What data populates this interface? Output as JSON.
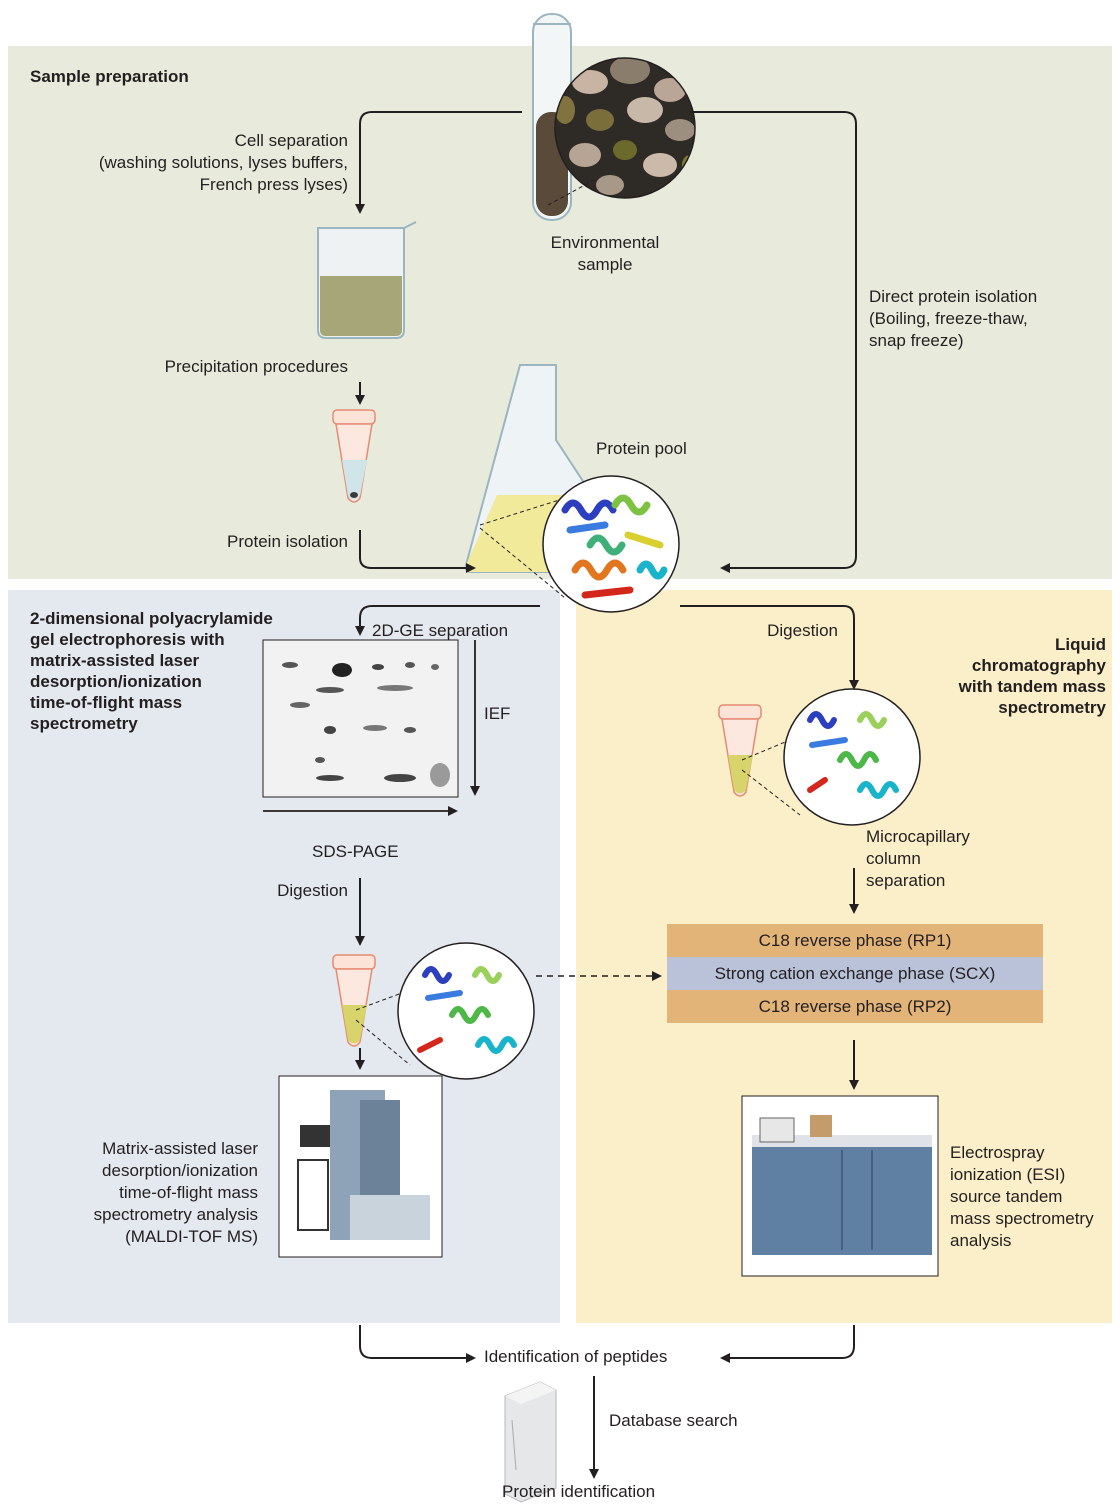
{
  "sections": {
    "sample_prep": {
      "title": "Sample preparation"
    },
    "two_d": {
      "title": "2-dimensional polyacrylamide\ngel electrophoresis with\nmatrix-assisted laser\ndesorption/ionization\ntime-of-flight mass\nspectrometry"
    },
    "lc": {
      "title": "Liquid\nchromatography\nwith tandem mass\nspectrometry"
    }
  },
  "labels": {
    "cell_separation": "Cell separation\n(washing solutions, lyses buffers,\nFrench press lyses)",
    "environmental_sample": "Environmental\nsample",
    "direct_isolation": "Direct protein isolation\n(Boiling, freeze-thaw,\nsnap freeze)",
    "precipitation": "Precipitation procedures",
    "protein_pool": "Protein pool",
    "protein_isolation": "Protein isolation",
    "ge_separation": "2D-GE separation",
    "digestion_right": "Digestion",
    "ief": "IEF",
    "sds_page": "SDS-PAGE",
    "digestion_left": "Digestion",
    "microcapillary": "Microcapillary\ncolumn\nseparation",
    "maldi": "Matrix-assisted laser\ndesorption/ionization\ntime-of-flight mass\nspectrometry analysis\n(MALDI-TOF MS)",
    "esi": "Electrospray\nionization (ESI)\nsource tandem\nmass spectrometry\nanalysis",
    "identification_peptides": "Identification of peptides",
    "database_search": "Database search",
    "protein_identification": "Protein identification"
  },
  "column_phases": [
    {
      "label": "C18 reverse phase (RP1)",
      "color": "#e2b478"
    },
    {
      "label": "Strong cation exchange phase (SCX)",
      "color": "#b9c2d9"
    },
    {
      "label": "C18 reverse phase (RP2)",
      "color": "#e2b478"
    }
  ],
  "colors": {
    "sample_prep_bg": "#e8ebdc",
    "two_d_bg": "#e4e8ef",
    "lc_bg": "#fbefc9",
    "arrow": "#231f20"
  }
}
